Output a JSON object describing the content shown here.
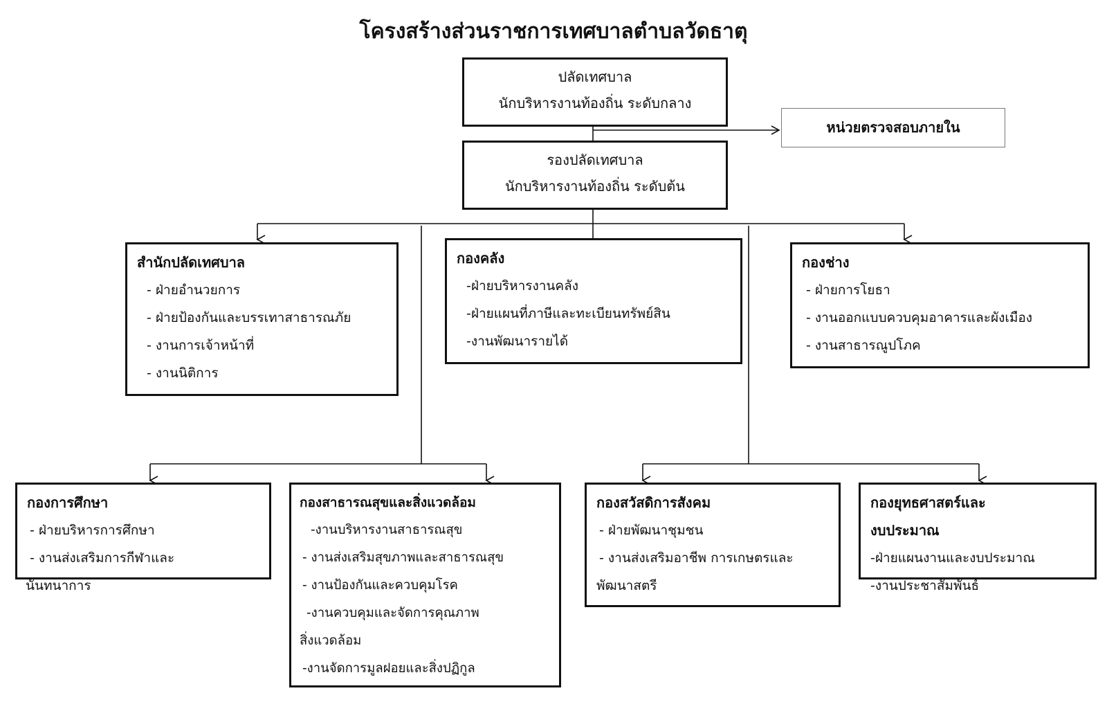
{
  "title": "โครงสร้างส่วนราชการเทศบาลตำบลวัดธาตุ",
  "top": {
    "line1": "ปลัดเทศบาล",
    "line2": "นักบริหารงานท้องถิ่น ระดับกลาง"
  },
  "audit": "หน่วยตรวจสอบภายใน",
  "deputy": {
    "line1": "รองปลัดเทศบาล",
    "line2": "นักบริหารงานท้องถิ่น ระดับต้น"
  },
  "office": {
    "head": "สำนักปลัดเทศบาล",
    "items": [
      "- ฝ่ายอำนวยการ",
      "- ฝ่ายป้องกันและบรรเทาสาธารณภัย",
      "- งานการเจ้าหน้าที่",
      "- งานนิติการ"
    ]
  },
  "finance": {
    "head": "กองคลัง",
    "items": [
      "-ฝ่ายบริหารงานคลัง",
      "-ฝ่ายแผนที่ภาษีและทะเบียนทรัพย์สิน",
      "-งานพัฒนารายได้"
    ]
  },
  "engineering": {
    "head": "กองช่าง",
    "items": [
      "- ฝ่ายการโยธา",
      "- งานออกแบบควบคุมอาคารและผังเมือง",
      "- งานสาธารณูปโภค"
    ]
  },
  "education": {
    "head": "กองการศึกษา",
    "items": [
      "- ฝ่ายบริหารการศึกษา",
      "- งานส่งเสริมการกีฬาและ",
      "นันทนาการ"
    ]
  },
  "health": {
    "head": "กองสาธารณสุขและสิ่งแวดล้อม",
    "items": [
      "-งานบริหารงานสาธารณสุข",
      "- งานส่งเสริมสุขภาพและสาธารณสุข",
      "- งานป้องกันและควบคุมโรค",
      "-งานควบคุมและจัดการคุณภาพ",
      "สิ่งแวดล้อม",
      "-งานจัดการมูลฝอยและสิ่งปฏิกูล"
    ]
  },
  "welfare": {
    "head": "กองสวัสดิการสังคม",
    "items": [
      "- ฝ่ายพัฒนาชุมชน",
      "- งานส่งเสริมอาชีพ การเกษตรและ",
      "พัฒนาสตรี"
    ]
  },
  "strategy": {
    "head": "กองยุทธศาสตร์และ",
    "head2": "งบประมาณ",
    "items": [
      "-ฝ่ายแผนงานและงบประมาณ",
      "-งานประชาสัมพันธ์"
    ]
  }
}
